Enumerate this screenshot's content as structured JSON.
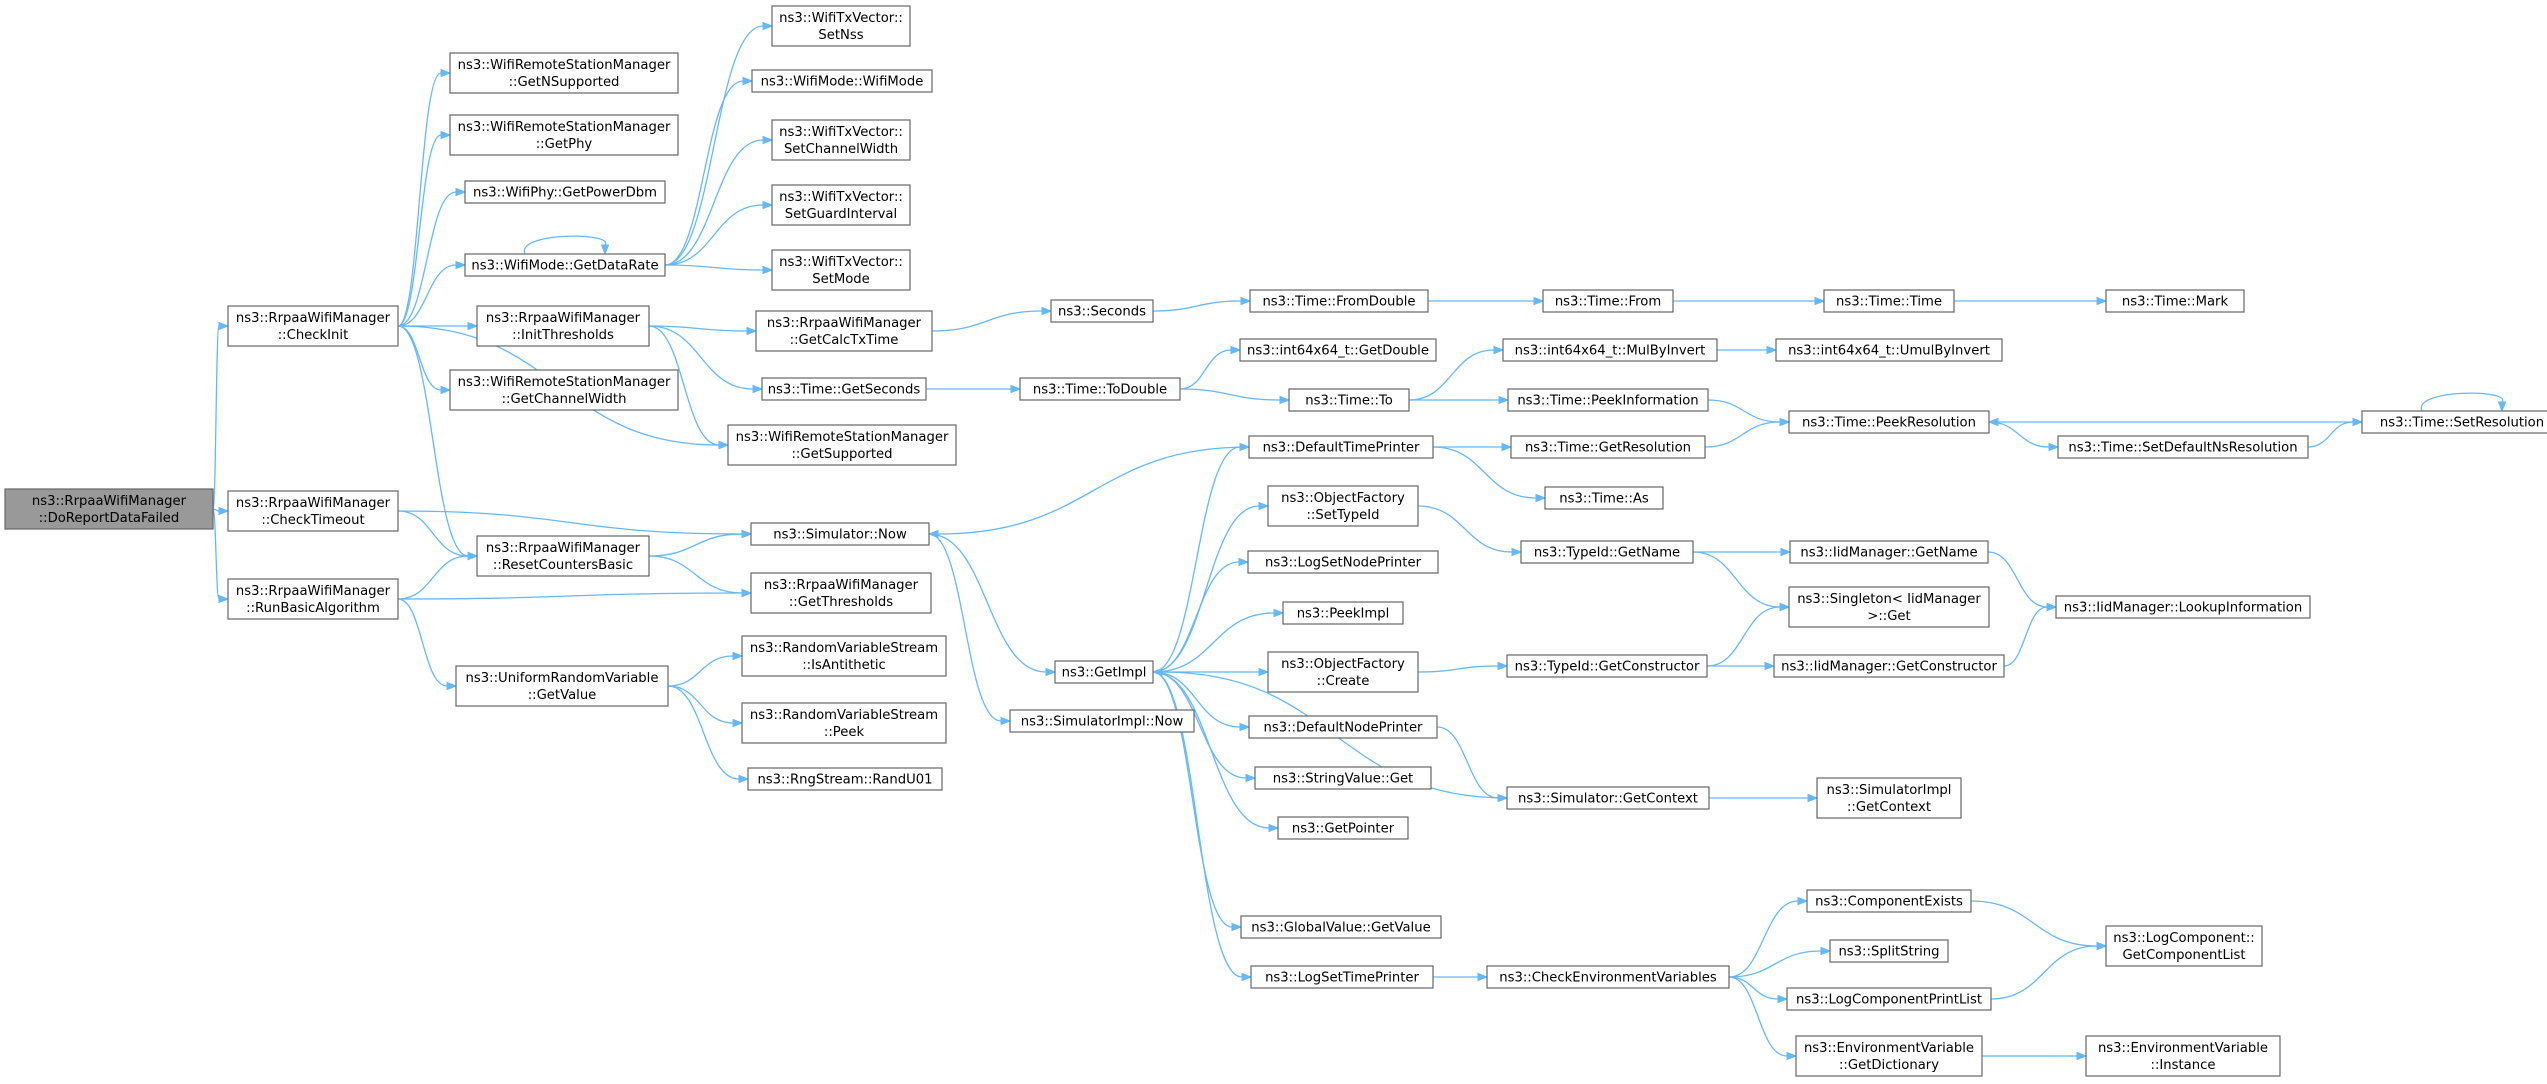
{
  "diagram": {
    "colors": {
      "edge": "#63b8ff",
      "node_border": "#666666",
      "root_fill": "#999999",
      "node_fill": "#ffffff"
    },
    "nodes": [
      {
        "id": "n_root",
        "lines": [
          "ns3::RrpaaWifiManager",
          "::DoReportDataFailed"
        ]
      },
      {
        "id": "n_checkinit",
        "lines": [
          "ns3::RrpaaWifiManager",
          "::CheckInit"
        ]
      },
      {
        "id": "n_checktimeout",
        "lines": [
          "ns3::RrpaaWifiManager",
          "::CheckTimeout"
        ]
      },
      {
        "id": "n_runbasic",
        "lines": [
          "ns3::RrpaaWifiManager",
          "::RunBasicAlgorithm"
        ]
      },
      {
        "id": "n_getnsupported",
        "lines": [
          "ns3::WifiRemoteStationManager",
          "::GetNSupported"
        ]
      },
      {
        "id": "n_getphy",
        "lines": [
          "ns3::WifiRemoteStationManager",
          "::GetPhy"
        ]
      },
      {
        "id": "n_getpowerdbm",
        "lines": [
          "ns3::WifiPhy::GetPowerDbm"
        ]
      },
      {
        "id": "n_getdatarate",
        "lines": [
          "ns3::WifiMode::GetDataRate"
        ]
      },
      {
        "id": "n_initthresholds",
        "lines": [
          "ns3::RrpaaWifiManager",
          "::InitThresholds"
        ]
      },
      {
        "id": "n_getchannelwidth",
        "lines": [
          "ns3::WifiRemoteStationManager",
          "::GetChannelWidth"
        ]
      },
      {
        "id": "n_getsupported",
        "lines": [
          "ns3::WifiRemoteStationManager",
          "::GetSupported"
        ]
      },
      {
        "id": "n_resetcounters",
        "lines": [
          "ns3::RrpaaWifiManager",
          "::ResetCountersBasic"
        ]
      },
      {
        "id": "n_getthresholds",
        "lines": [
          "ns3::RrpaaWifiManager",
          "::GetThresholds"
        ]
      },
      {
        "id": "n_urv_getvalue",
        "lines": [
          "ns3::UniformRandomVariable",
          "::GetValue"
        ]
      },
      {
        "id": "n_setnss",
        "lines": [
          "ns3::WifiTxVector::",
          "SetNss"
        ]
      },
      {
        "id": "n_wifimode",
        "lines": [
          "ns3::WifiMode::WifiMode"
        ]
      },
      {
        "id": "n_setchannelwidth",
        "lines": [
          "ns3::WifiTxVector::",
          "SetChannelWidth"
        ]
      },
      {
        "id": "n_setguard",
        "lines": [
          "ns3::WifiTxVector::",
          "SetGuardInterval"
        ]
      },
      {
        "id": "n_setmode",
        "lines": [
          "ns3::WifiTxVector::",
          "SetMode"
        ]
      },
      {
        "id": "n_getcalctxtime",
        "lines": [
          "ns3::RrpaaWifiManager",
          "::GetCalcTxTime"
        ]
      },
      {
        "id": "n_getseconds",
        "lines": [
          "ns3::Time::GetSeconds"
        ]
      },
      {
        "id": "n_simnow",
        "lines": [
          "ns3::Simulator::Now"
        ]
      },
      {
        "id": "n_isantithetic",
        "lines": [
          "ns3::RandomVariableStream",
          "::IsAntithetic"
        ]
      },
      {
        "id": "n_peek",
        "lines": [
          "ns3::RandomVariableStream",
          "::Peek"
        ]
      },
      {
        "id": "n_randu01",
        "lines": [
          "ns3::RngStream::RandU01"
        ]
      },
      {
        "id": "n_seconds",
        "lines": [
          "ns3::Seconds"
        ]
      },
      {
        "id": "n_todouble",
        "lines": [
          "ns3::Time::ToDouble"
        ]
      },
      {
        "id": "n_getimpl",
        "lines": [
          "ns3::GetImpl"
        ]
      },
      {
        "id": "n_simimplnow",
        "lines": [
          "ns3::SimulatorImpl::Now"
        ]
      },
      {
        "id": "n_fromdouble",
        "lines": [
          "ns3::Time::FromDouble"
        ]
      },
      {
        "id": "n_int64getdouble",
        "lines": [
          "ns3::int64x64_t::GetDouble"
        ]
      },
      {
        "id": "n_timeto",
        "lines": [
          "ns3::Time::To"
        ]
      },
      {
        "id": "n_defaulttimeprinter",
        "lines": [
          "ns3::DefaultTimePrinter"
        ]
      },
      {
        "id": "n_settypeid",
        "lines": [
          "ns3::ObjectFactory",
          "::SetTypeId"
        ]
      },
      {
        "id": "n_lognodeprinter",
        "lines": [
          "ns3::LogSetNodePrinter"
        ]
      },
      {
        "id": "n_peekimpl",
        "lines": [
          "ns3::PeekImpl"
        ]
      },
      {
        "id": "n_ofcreate",
        "lines": [
          "ns3::ObjectFactory",
          "::Create"
        ]
      },
      {
        "id": "n_defaultnodeprinter",
        "lines": [
          "ns3::DefaultNodePrinter"
        ]
      },
      {
        "id": "n_stringvalueget",
        "lines": [
          "ns3::StringValue::Get"
        ]
      },
      {
        "id": "n_getpointer",
        "lines": [
          "ns3::GetPointer"
        ]
      },
      {
        "id": "n_globalvalueget",
        "lines": [
          "ns3::GlobalValue::GetValue"
        ]
      },
      {
        "id": "n_logsettimeprinter",
        "lines": [
          "ns3::LogSetTimePrinter"
        ]
      },
      {
        "id": "n_timefrom",
        "lines": [
          "ns3::Time::From"
        ]
      },
      {
        "id": "n_mulbyinvert",
        "lines": [
          "ns3::int64x64_t::MulByInvert"
        ]
      },
      {
        "id": "n_peekinformation",
        "lines": [
          "ns3::Time::PeekInformation"
        ]
      },
      {
        "id": "n_getresolution",
        "lines": [
          "ns3::Time::GetResolution"
        ]
      },
      {
        "id": "n_timeas",
        "lines": [
          "ns3::Time::As"
        ]
      },
      {
        "id": "n_typeidgetname",
        "lines": [
          "ns3::TypeId::GetName"
        ]
      },
      {
        "id": "n_typeidgetctor",
        "lines": [
          "ns3::TypeId::GetConstructor"
        ]
      },
      {
        "id": "n_simgetcontext",
        "lines": [
          "ns3::Simulator::GetContext"
        ]
      },
      {
        "id": "n_checkenv",
        "lines": [
          "ns3::CheckEnvironmentVariables"
        ]
      },
      {
        "id": "n_timetime",
        "lines": [
          "ns3::Time::Time"
        ]
      },
      {
        "id": "n_umulbyinvert",
        "lines": [
          "ns3::int64x64_t::UmulByInvert"
        ]
      },
      {
        "id": "n_peekresolution",
        "lines": [
          "ns3::Time::PeekResolution"
        ]
      },
      {
        "id": "n_iidgetname",
        "lines": [
          "ns3::IidManager::GetName"
        ]
      },
      {
        "id": "n_singletonget",
        "lines": [
          "ns3::Singleton< IidManager",
          ">::Get"
        ]
      },
      {
        "id": "n_iidgetctor",
        "lines": [
          "ns3::IidManager::GetConstructor"
        ]
      },
      {
        "id": "n_simimplgetcontext",
        "lines": [
          "ns3::SimulatorImpl",
          "::GetContext"
        ]
      },
      {
        "id": "n_componentexists",
        "lines": [
          "ns3::ComponentExists"
        ]
      },
      {
        "id": "n_splitstring",
        "lines": [
          "ns3::SplitString"
        ]
      },
      {
        "id": "n_logcompprintlist",
        "lines": [
          "ns3::LogComponentPrintList"
        ]
      },
      {
        "id": "n_envgetdict",
        "lines": [
          "ns3::EnvironmentVariable",
          "::GetDictionary"
        ]
      },
      {
        "id": "n_timemark",
        "lines": [
          "ns3::Time::Mark"
        ]
      },
      {
        "id": "n_setdefaultns",
        "lines": [
          "ns3::Time::SetDefaultNsResolution"
        ]
      },
      {
        "id": "n_iidlookup",
        "lines": [
          "ns3::IidManager::LookupInformation"
        ]
      },
      {
        "id": "n_logcompgetlist",
        "lines": [
          "ns3::LogComponent::",
          "GetComponentList"
        ]
      },
      {
        "id": "n_envinstance",
        "lines": [
          "ns3::EnvironmentVariable",
          "::Instance"
        ]
      },
      {
        "id": "n_setresolution",
        "lines": [
          "ns3::Time::SetResolution"
        ]
      }
    ]
  }
}
